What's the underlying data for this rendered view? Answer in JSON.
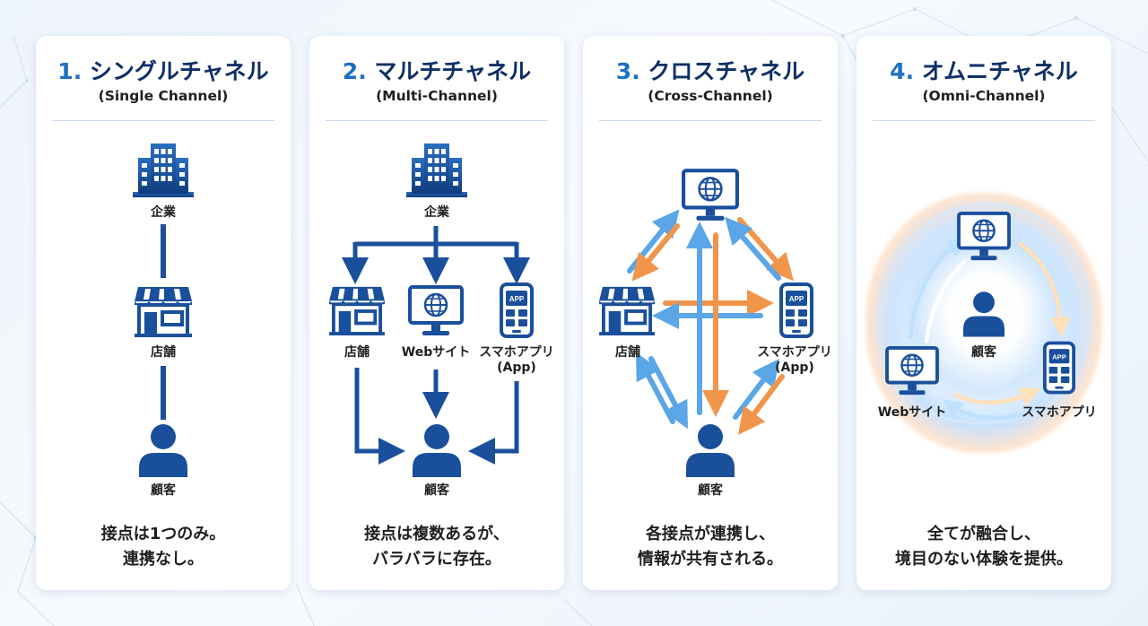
{
  "cards": [
    {
      "number": "1.",
      "title": "シングルチャネル",
      "subtitle": "(Single Channel)",
      "nodes": {
        "company": "企業",
        "store": "店舗",
        "customer": "顧客"
      },
      "description": [
        "接点は1つのみ。",
        "連携なし。"
      ]
    },
    {
      "number": "2.",
      "title": "マルチチャネル",
      "subtitle": "(Multi-Channel)",
      "nodes": {
        "company": "企業",
        "store": "店舗",
        "website": "Webサイト",
        "app": [
          "スマホアプリ",
          "(App)"
        ],
        "customer": "顧客"
      },
      "description": [
        "接点は複数あるが、",
        "バラバラに存在。"
      ]
    },
    {
      "number": "3.",
      "title": "クロスチャネル",
      "subtitle": "(Cross-Channel)",
      "nodes": {
        "store": "店舗",
        "app": [
          "スマホアプリ",
          "(App)"
        ],
        "customer": "顧客"
      },
      "description": [
        "各接点が連携し、",
        "情報が共有される。"
      ]
    },
    {
      "number": "4.",
      "title": "オムニチャネル",
      "subtitle": "(Omni-Channel)",
      "nodes": {
        "customer": "顧客",
        "website": "Webサイト",
        "app": "スマホアプリ"
      },
      "description": [
        "全てが融合し、",
        "境目のない体験を提供。"
      ]
    }
  ],
  "icon_labels": {
    "app_screen": "APP"
  },
  "colors": {
    "navy": "#0e2f66",
    "accent_blue": "#1d6fc4",
    "icon_blue": "#1a4f9c",
    "arrow_blue": "#5aa6e6",
    "arrow_orange": "#f0954a"
  }
}
